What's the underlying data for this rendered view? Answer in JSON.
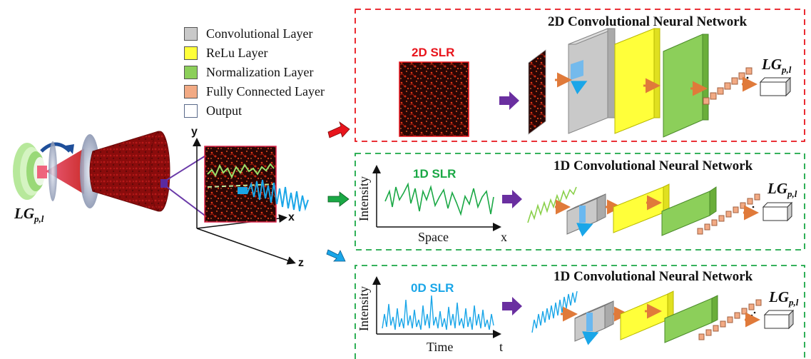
{
  "legend": [
    {
      "label": "Convolutional Layer",
      "color": "#c9c9c9"
    },
    {
      "label": "ReLu Layer",
      "color": "#ffff3a"
    },
    {
      "label": "Normalization Layer",
      "color": "#8ccf5a"
    },
    {
      "label": "Fully Connected Layer",
      "color": "#f2aa84"
    },
    {
      "label": "Output",
      "color": "#ffffff"
    }
  ],
  "beam": {
    "mode_label": "LG",
    "mode_sub": "p,l",
    "axis_x": "x",
    "axis_y": "y",
    "axis_z": "z"
  },
  "panels": [
    {
      "title": "2D Convolutional Neural Network",
      "slr_label": "2D SLR",
      "slr_color": "#e8141c",
      "frame_color": "#e8141c",
      "output_label": "LG",
      "output_sub": "p,l"
    },
    {
      "title": "1D Convolutional Neural Network",
      "slr_label": "1D SLR",
      "slr_color": "#1aa845",
      "frame_color": "#1aa845",
      "y_label": "Intensity",
      "x_label": "Space",
      "x_axis_letter": "x",
      "output_label": "LG",
      "output_sub": "p,l"
    },
    {
      "title": "1D Convolutional Neural Network",
      "slr_label": "0D SLR",
      "slr_color": "#1aa6e8",
      "frame_color": "#1aa845",
      "y_label": "Intensity",
      "x_label": "Time",
      "x_axis_letter": "t",
      "output_label": "LG",
      "output_sub": "p,l"
    }
  ],
  "colors": {
    "conv": "#c9c9c9",
    "relu": "#ffff3a",
    "norm": "#8ccf5a",
    "fc": "#f2aa84",
    "arrow_flow": "#e07a3a",
    "arrow_merge": "#6a2fa0",
    "speckle_bg": "#3a0a06",
    "speckle_fg": "#e03a1a"
  }
}
